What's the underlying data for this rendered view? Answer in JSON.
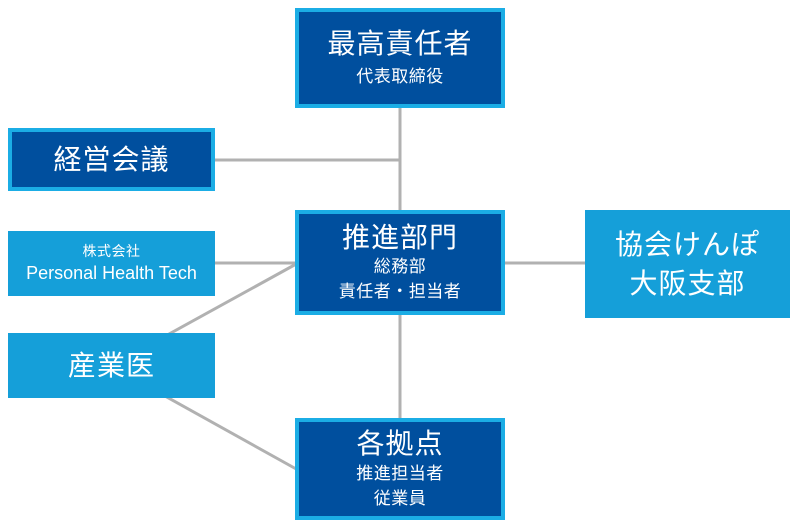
{
  "diagram": {
    "title": "organization-chart",
    "colors": {
      "dark_box_fill": "#004f9e",
      "dark_box_border": "#1bade5",
      "light_box_fill": "#159fd9",
      "connector_gray": "#b1b1b1",
      "text": "#ffffff",
      "background": "#ffffff"
    },
    "nodes": {
      "chief": {
        "title": "最高責任者",
        "subtitle": "代表取締役"
      },
      "board": {
        "title": "経営会議"
      },
      "promotion": {
        "title": "推進部門",
        "line2": "総務部",
        "line3": "責任者・担当者"
      },
      "kenpo": {
        "line1": "協会けんぽ",
        "line2": "大阪支部"
      },
      "company": {
        "line1": "株式会社",
        "line2": "Personal Health Tech"
      },
      "physician": {
        "title": "産業医"
      },
      "sites": {
        "title": "各拠点",
        "line2": "推進担当者",
        "line3": "従業員"
      }
    },
    "edges": [
      "chief-promotion",
      "board-trunk",
      "company-promotion",
      "promotion-kenpo",
      "promotion-sites",
      "physician-promotion",
      "physician-sites"
    ]
  }
}
